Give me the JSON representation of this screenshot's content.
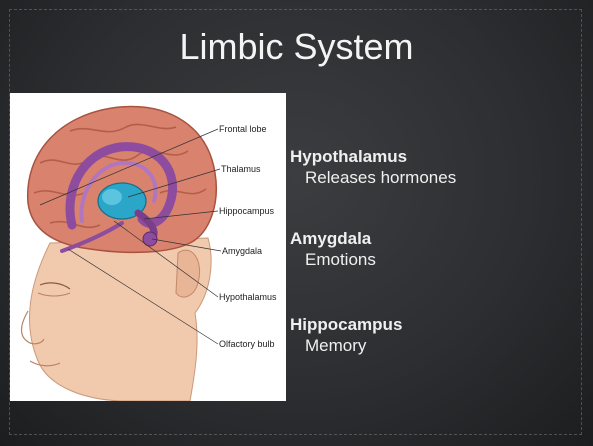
{
  "slide": {
    "title": "Limbic System",
    "terms": [
      {
        "name": "Hypothalamus",
        "desc": "Releases hormones"
      },
      {
        "name": "Amygdala",
        "desc": "Emotions"
      },
      {
        "name": "Hippocampus",
        "desc": "Memory"
      }
    ]
  },
  "figure": {
    "labels": {
      "frontal_lobe": "Frontal lobe",
      "thalamus": "Thalamus",
      "hippocampus": "Hippocampus",
      "amygdala": "Amygdala",
      "hypothalamus": "Hypothalamus",
      "olfactory_bulb": "Olfactory bulb"
    }
  },
  "colors": {
    "background": "#2c2e31",
    "text": "#f0f0f0",
    "cortex": "#d9826e",
    "limbic": "#8e4c9e",
    "thalamus": "#2aa6c9"
  }
}
